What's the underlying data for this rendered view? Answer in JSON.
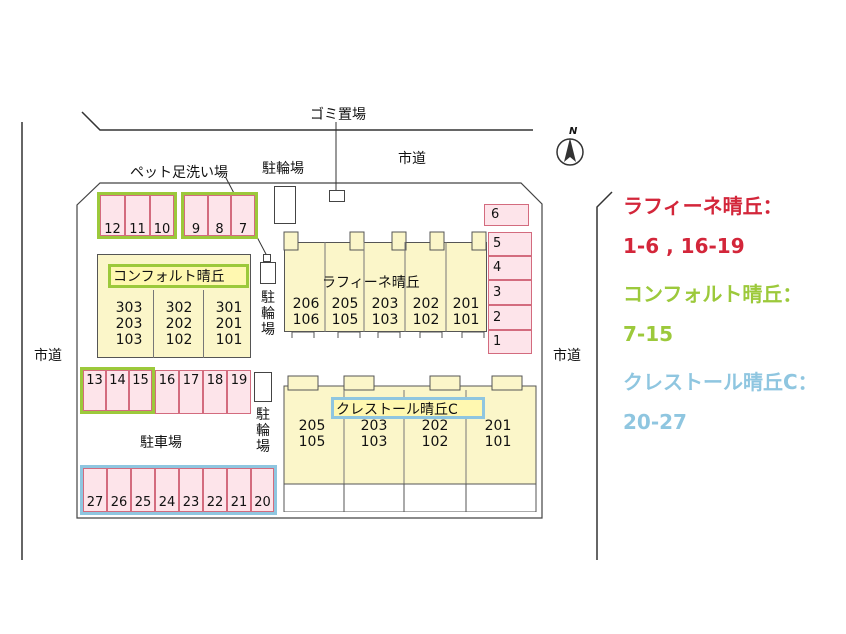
{
  "map": {
    "road_top_label": "市道",
    "road_left_label": "市道",
    "road_right_label": "市道",
    "garbage_label": "ゴミ置場",
    "bike_parking_top_label": "駐輪場",
    "pet_wash_label": "ペット足洗い場",
    "bike_parking_mid_label": "駐輪場",
    "bike_parking_low_label": "駐輪場",
    "car_parking_label": "駐車場",
    "north_label": "N",
    "buildings": {
      "comfort": {
        "name": "コンフォルト晴丘",
        "units": [
          [
            "303",
            "203",
            "103"
          ],
          [
            "302",
            "202",
            "102"
          ],
          [
            "301",
            "201",
            "101"
          ]
        ]
      },
      "rafine": {
        "name": "ラフィーネ晴丘",
        "units": [
          [
            "206",
            "106"
          ],
          [
            "205",
            "105"
          ],
          [
            "203",
            "103"
          ],
          [
            "202",
            "102"
          ],
          [
            "201",
            "101"
          ]
        ]
      },
      "crestor": {
        "name": "クレストール晴丘C",
        "units": [
          [
            "205",
            "105"
          ],
          [
            "203",
            "103"
          ],
          [
            "202",
            "102"
          ],
          [
            "201",
            "101"
          ]
        ]
      }
    },
    "parking": {
      "top_left_a": [
        "12",
        "11",
        "10"
      ],
      "top_left_b": [
        "9",
        "8",
        "7"
      ],
      "right_column": [
        "6",
        "5",
        "4",
        "3",
        "2",
        "1"
      ],
      "middle_row_a": [
        "13",
        "14",
        "15"
      ],
      "middle_row_b": [
        "16",
        "17",
        "18",
        "19"
      ],
      "bottom_row": [
        "27",
        "26",
        "25",
        "24",
        "23",
        "22",
        "21",
        "20"
      ]
    }
  },
  "legend": {
    "items": [
      {
        "title": "ラフィーネ晴丘：",
        "range": "1-6 , 16-19",
        "color": "#d3263a"
      },
      {
        "title": "コンフォルト晴丘：",
        "range": "7-15",
        "color": "#9cc93b"
      },
      {
        "title": "クレストール晴丘C：",
        "range": "20-27",
        "color": "#8fc6e0"
      }
    ]
  },
  "colors": {
    "parking_fill": "#fde4ea",
    "parking_border": "#d36b7e",
    "building_fill": "#fbf6c9",
    "green_group": "#9cc93b",
    "blue_group": "#8fc6e0",
    "red_group": "#d3263a"
  }
}
